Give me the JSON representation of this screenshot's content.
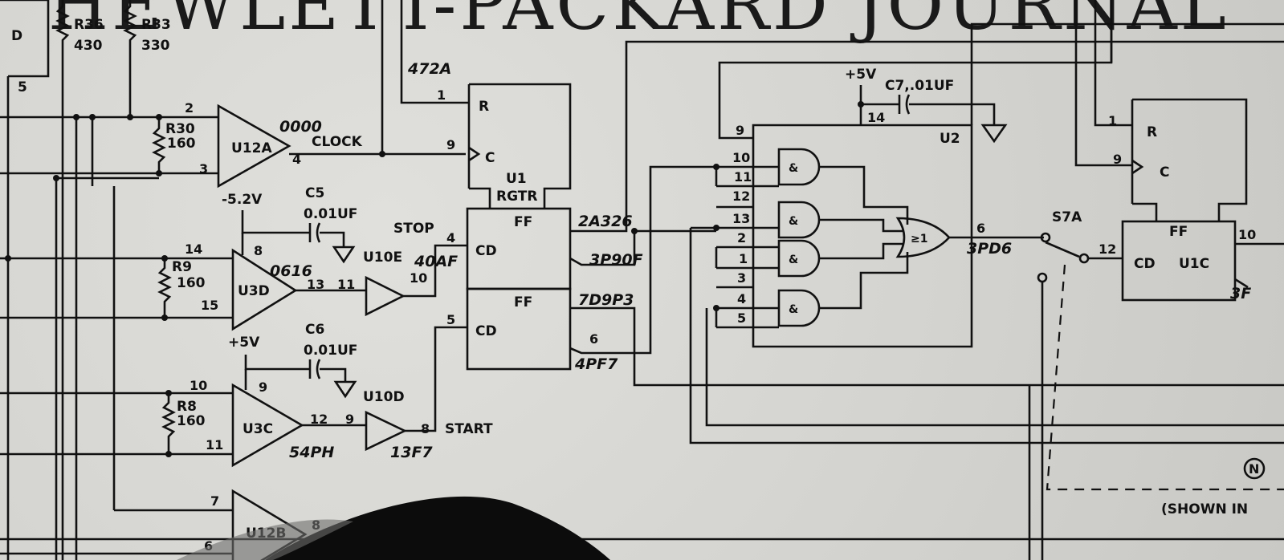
{
  "masthead": "HEWLETT-PACKARD JOURNAL",
  "resistors": [
    {
      "ref": "R36",
      "value": "430"
    },
    {
      "ref": "R33",
      "value": "330"
    },
    {
      "ref": "R30",
      "value": "160"
    },
    {
      "ref": "R9",
      "value": "160"
    },
    {
      "ref": "R8",
      "value": "160"
    }
  ],
  "capacitors": [
    {
      "ref": "C5",
      "value": "0.01UF"
    },
    {
      "ref": "C6",
      "value": "0.01UF"
    },
    {
      "ref": "C7",
      "value": "C7,.01UF"
    }
  ],
  "components": {
    "u12a": "U12A",
    "u3d": "U3D",
    "u3c": "U3C",
    "u12b": "U12B",
    "u10e": "U10E",
    "u10d": "U10D",
    "u1": "U1",
    "u1_rgtr": "RGTR",
    "u2": "U2",
    "u1c": "U1C",
    "s7a": "S7A"
  },
  "signals": {
    "clock": "CLOCK",
    "stop": "STOP",
    "start": "START",
    "minus_5v": "-5.2V",
    "plus_5v_a": "+5V",
    "plus_5v_b": "+5V"
  },
  "block_labels": {
    "r": "R",
    "c": "C",
    "ff": "FF",
    "cd": "CD",
    "gate_amp": "&",
    "or_ge1": "≥1"
  },
  "handwritten": [
    "472A",
    "0000",
    "0616",
    "40AF",
    "54PH",
    "13F7",
    "2A326",
    "3P90F",
    "7D9P3",
    "4PF7",
    "3PD6",
    "3F"
  ],
  "notes": {
    "shown_in": "(SHOWN IN",
    "box_d": "D",
    "box_5": "5",
    "node_n": "N"
  },
  "pins": {
    "u12a_in_2": "2",
    "u12a_in_3": "3",
    "u12a_out_4": "4",
    "u1_r_1": "1",
    "u1_c_9": "9",
    "u3d_in_14": "14",
    "u3d_in_15": "15",
    "u3d_vcc_8": "8",
    "u3d_out_13": "13",
    "u10e_in_11": "11",
    "u10e_out_10": "10",
    "u3c_in_10": "10",
    "u3c_in_11": "11",
    "u3c_vcc_9": "9",
    "u3c_out_12": "12",
    "u10d_in_9": "9",
    "u10d_out_8": "8",
    "u12b_in_7": "7",
    "u12b_in_6": "6",
    "u12b_out_8": "8",
    "ff_cd_4": "4",
    "ff_cd_5": "5",
    "ff_q_6": "6",
    "u2_9": "9",
    "u2_10": "10",
    "u2_11": "11",
    "u2_12": "12",
    "u2_13": "13",
    "u2_2": "2",
    "u2_1": "1",
    "u2_3": "3",
    "u2_4": "4",
    "u2_5": "5",
    "u2_14": "14",
    "u2_out_6": "6",
    "u1c_r_1": "1",
    "u1c_c_9": "9",
    "u1c_cd_12": "12",
    "u1c_10": "10"
  }
}
